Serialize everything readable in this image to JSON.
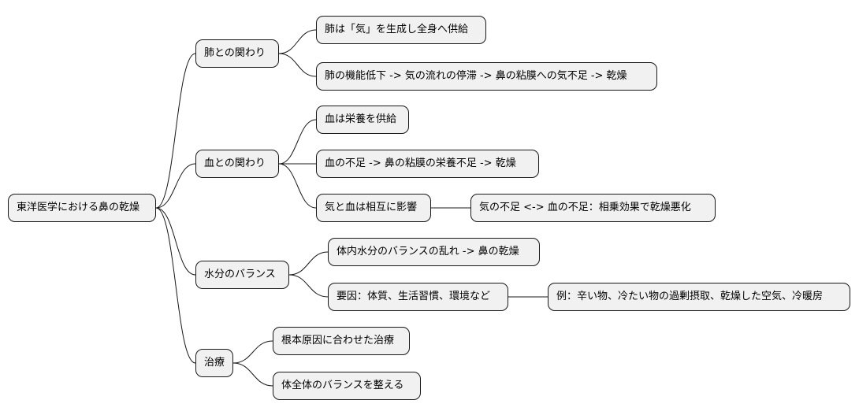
{
  "root": {
    "label": "東洋医学における鼻の乾燥"
  },
  "branches": [
    {
      "label": "肺との関わり",
      "children": [
        {
          "label": "肺は「気」を生成し全身へ供給"
        },
        {
          "label": "肺の機能低下 -> 気の流れの停滞 -> 鼻の粘膜への気不足 -> 乾燥"
        }
      ]
    },
    {
      "label": "血との関わり",
      "children": [
        {
          "label": "血は栄養を供給"
        },
        {
          "label": "血の不足 -> 鼻の粘膜の栄養不足 -> 乾燥"
        },
        {
          "label": "気と血は相互に影響",
          "child": {
            "label": "気の不足 <-> 血の不足：相乗効果で乾燥悪化"
          }
        }
      ]
    },
    {
      "label": "水分のバランス",
      "children": [
        {
          "label": "体内水分のバランスの乱れ -> 鼻の乾燥"
        },
        {
          "label": "要因：体質、生活習慣、環境など",
          "child": {
            "label": "例：辛い物、冷たい物の過剰摂取、乾燥した空気、冷暖房"
          }
        }
      ]
    },
    {
      "label": "治療",
      "children": [
        {
          "label": "根本原因に合わせた治療"
        },
        {
          "label": "体全体のバランスを整える"
        }
      ]
    }
  ],
  "style": {
    "node_fill": "#f1f1f1",
    "node_border": "#181818",
    "line_color": "#181818"
  }
}
